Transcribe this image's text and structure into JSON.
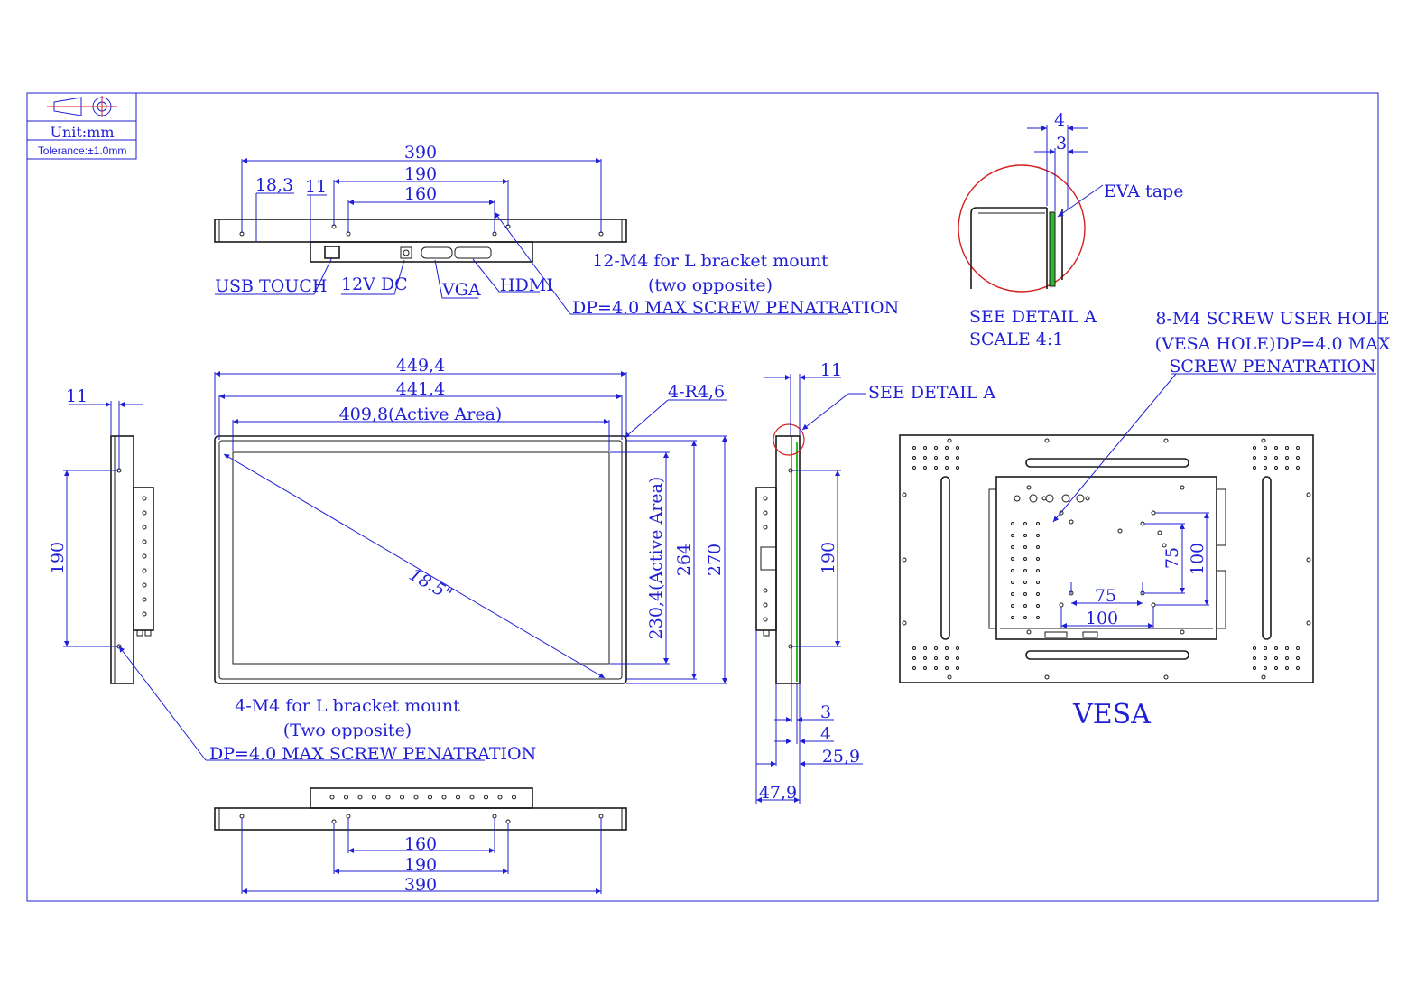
{
  "title_block": {
    "unit": "Unit:mm",
    "tolerance": "Tolerance:±1.0mm",
    "projection_icon": "first-angle-projection-icon"
  },
  "top_view": {
    "dim_390": "390",
    "dim_190": "190",
    "dim_160": "160",
    "dim_18_3": "18,3",
    "dim_11": "11",
    "ports": {
      "usb": "USB TOUCH",
      "dc": "12V DC",
      "vga": "VGA",
      "hdmi": "HDMI"
    },
    "note_line1": "12-M4 for L bracket mount",
    "note_line2": "(two opposite)",
    "note_line3": "DP=4.0 MAX SCREW PENATRATION"
  },
  "detail": {
    "dim_4": "4",
    "dim_3": "3",
    "eva": "EVA tape",
    "caption1": "SEE DETAIL A",
    "caption2": "SCALE 4:1"
  },
  "front_view": {
    "dim_449_4": "449,4",
    "dim_441_4": "441,4",
    "dim_active_w": "409,8(Active Area)",
    "radius": "4-R4,6",
    "diagonal": "18.5\"",
    "dim_active_h": "230,4(Active Area)",
    "dim_264": "264",
    "dim_270": "270"
  },
  "left_view": {
    "dim_11": "11",
    "dim_190": "190",
    "note_line1": "4-M4 for L bracket mount",
    "note_line2": "(Two opposite)",
    "note_line3": "DP=4.0 MAX SCREW PENATRATION"
  },
  "side_view": {
    "dim_11": "11",
    "see_detail": "SEE DETAIL A",
    "dim_190": "190",
    "dim_3": "3",
    "dim_4": "4",
    "dim_25_9": "25,9",
    "dim_47_9": "47,9"
  },
  "vesa_view": {
    "note_line1": "8-M4 SCREW USER HOLE",
    "note_line2": "(VESA HOLE)DP=4.0 MAX",
    "note_line3": "SCREW PENATRATION",
    "dim_75_h": "75",
    "dim_100_h": "100",
    "dim_75_v": "75",
    "dim_100_v": "100",
    "label": "VESA"
  },
  "bottom_view": {
    "dim_160": "160",
    "dim_190": "190",
    "dim_390": "390"
  },
  "colors": {
    "dimension": "#1f1fd6",
    "outline": "#1a1a1a",
    "tape": "#2db82d",
    "detail_circle": "#d42020"
  }
}
